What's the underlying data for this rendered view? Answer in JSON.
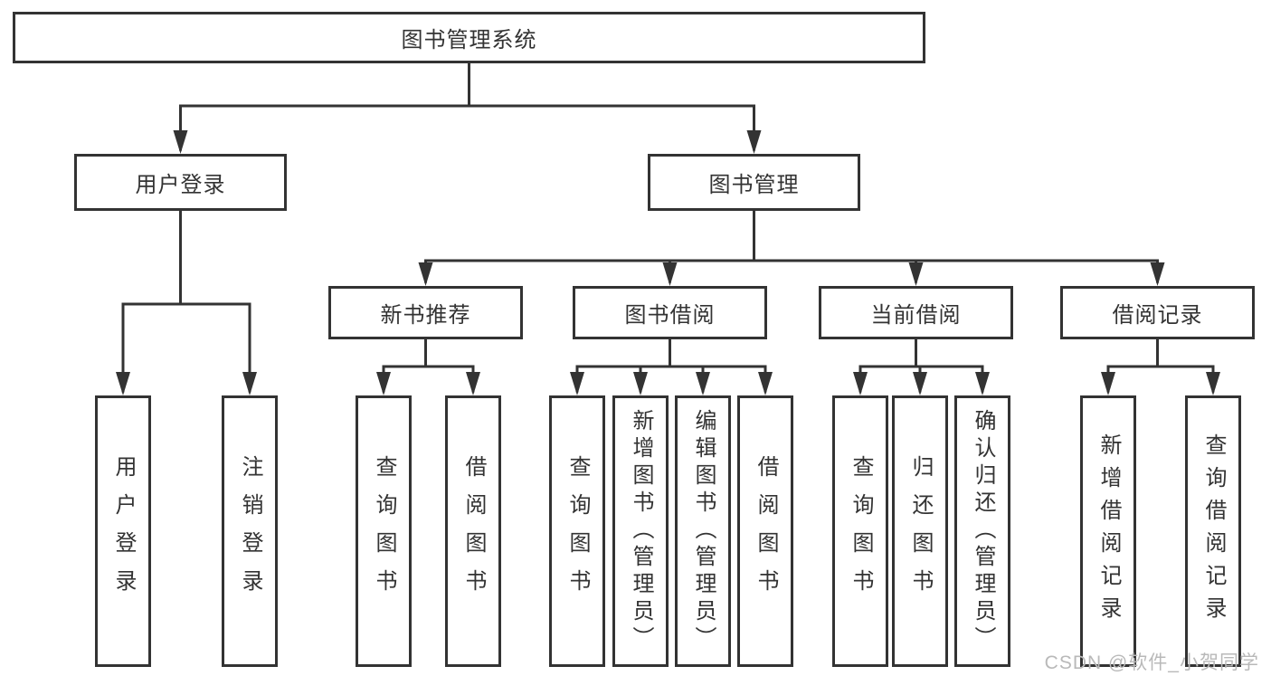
{
  "diagram": {
    "title": "图书管理系统",
    "watermark": "CSDN @软件_小贺同学",
    "colors": {
      "line": "#333333",
      "text": "#333333",
      "background": "#ffffff",
      "watermark_text": "#b9b9b9"
    },
    "level2": [
      {
        "label": "用户登录",
        "children": [
          "用户登录",
          "注销登录"
        ]
      },
      {
        "label": "图书管理",
        "children": []
      }
    ],
    "level3": [
      {
        "label": "新书推荐",
        "children": [
          "查询图书",
          "借阅图书"
        ]
      },
      {
        "label": "图书借阅",
        "children": [
          "查询图书",
          "新增图书（管理员）",
          "编辑图书（管理员）",
          "借阅图书"
        ]
      },
      {
        "label": "当前借阅",
        "children": [
          "查询图书",
          "归还图书",
          "确认归还（管理员）"
        ]
      },
      {
        "label": "借阅记录",
        "children": [
          "新增借阅记录",
          "查询借阅记录"
        ]
      }
    ]
  }
}
